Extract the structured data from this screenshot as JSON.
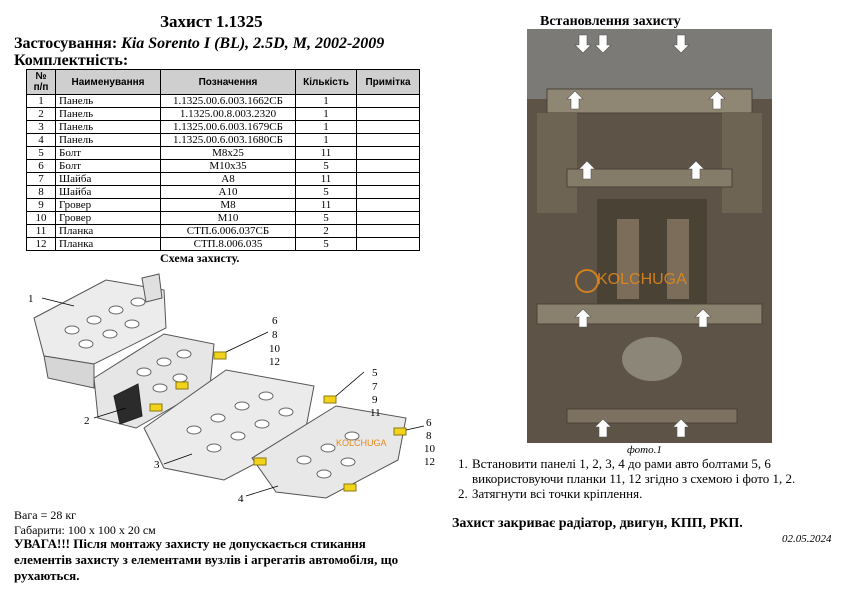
{
  "title": "Захист 1.1325",
  "application": {
    "label": "Застосування:",
    "value": "Kia Sorento I (BL), 2.5D, M, 2002-2009"
  },
  "kit_label": "Комплектність:",
  "table": {
    "headers": {
      "num": "№ п/п",
      "name": "Наименування",
      "designation": "Позначення",
      "qty": "Кількість",
      "note": "Примітка"
    },
    "rows": [
      {
        "num": "1",
        "name": "Панель",
        "designation": "1.1325.00.6.003.1662СБ",
        "qty": "1",
        "note": ""
      },
      {
        "num": "2",
        "name": "Панель",
        "designation": "1.1325.00.8.003.2320",
        "qty": "1",
        "note": ""
      },
      {
        "num": "3",
        "name": "Панель",
        "designation": "1.1325.00.6.003.1679СБ",
        "qty": "1",
        "note": ""
      },
      {
        "num": "4",
        "name": "Панель",
        "designation": "1.1325.00.6.003.1680СБ",
        "qty": "1",
        "note": ""
      },
      {
        "num": "5",
        "name": "Болт",
        "designation": "М8х25",
        "qty": "11",
        "note": ""
      },
      {
        "num": "6",
        "name": "Болт",
        "designation": "М10х35",
        "qty": "5",
        "note": ""
      },
      {
        "num": "7",
        "name": "Шайба",
        "designation": "А8",
        "qty": "11",
        "note": ""
      },
      {
        "num": "8",
        "name": "Шайба",
        "designation": "А10",
        "qty": "5",
        "note": ""
      },
      {
        "num": "9",
        "name": "Гровер",
        "designation": "М8",
        "qty": "11",
        "note": ""
      },
      {
        "num": "10",
        "name": "Гровер",
        "designation": "М10",
        "qty": "5",
        "note": ""
      },
      {
        "num": "11",
        "name": "Планка",
        "designation": "СТП.6.006.037СБ",
        "qty": "2",
        "note": ""
      },
      {
        "num": "12",
        "name": "Планка",
        "designation": "СТП.8.006.035",
        "qty": "5",
        "note": ""
      }
    ]
  },
  "scheme": {
    "title": "Схема захисту.",
    "watermark": "KOLCHUGA",
    "callouts": {
      "c1": "1",
      "c2": "2",
      "c3": "3",
      "c4": "4",
      "g6": [
        "6",
        "8",
        "10",
        "12"
      ],
      "g5": [
        "5",
        "7",
        "9",
        "11"
      ],
      "g6b": [
        "6",
        "8",
        "10",
        "12"
      ]
    }
  },
  "photo": {
    "title": "Встановлення захисту",
    "caption": "фото.1",
    "watermark": "KOLCHUGA"
  },
  "steps": [
    {
      "n": "1.",
      "text": "Встановити панелі 1, 2, 3, 4 до рами авто болтами 5, 6 використовуючи планки 11, 12 згідно з схемою і фото 1, 2."
    },
    {
      "n": "2.",
      "text": "Затягнути всі точки кріплення."
    }
  ],
  "summary": "Захист закриває радіатор, двигун, КПП, РКП.",
  "date": "02.05.2024",
  "weight": "Вага = 28 кг",
  "dimensions": "Габарити: 100 х 100 х 20 см",
  "warning": "УВАГА!!! Після монтажу захисту не допускається стикання елементів захисту з елементами вузлів і агрегатів автомобіля, що рухаються.",
  "colors": {
    "table_header_bg": "#cfcfcf",
    "panel_fill": "#e6e6e6",
    "bracket_yellow": "#f2d21b",
    "arrow_white": "#ffffff",
    "photo_bg": "#5d5347",
    "watermark_orange": "#e68a1a"
  }
}
